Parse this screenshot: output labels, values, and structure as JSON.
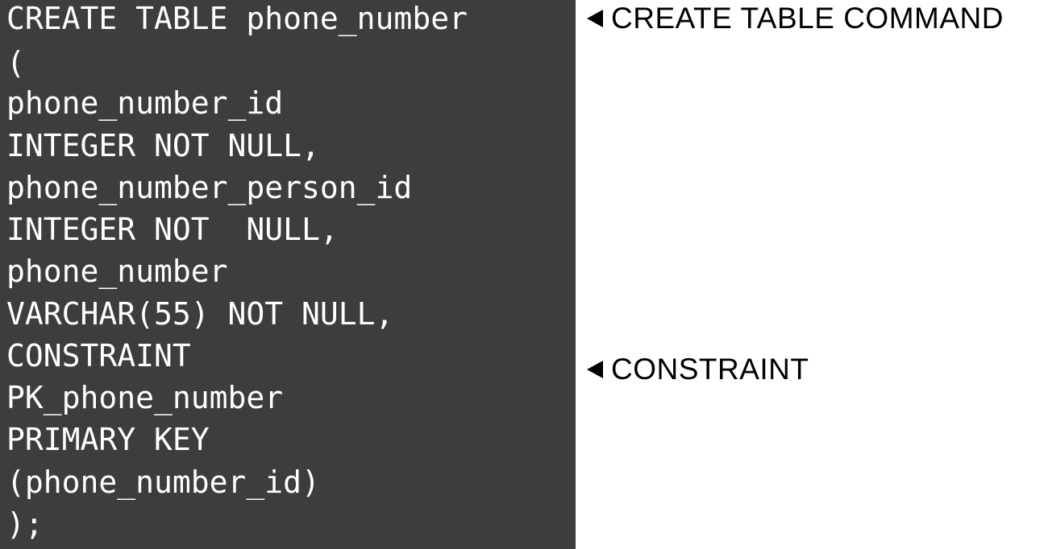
{
  "code": {
    "lines": [
      "CREATE TABLE phone_number",
      "(",
      "phone_number_id",
      "INTEGER NOT NULL,",
      "phone_number_person_id",
      "INTEGER NOT  NULL,",
      "phone_number",
      "VARCHAR(55) NOT NULL,",
      "CONSTRAINT",
      "PK_phone_number",
      "PRIMARY KEY",
      "(phone_number_id)",
      ");"
    ]
  },
  "annotations": {
    "create_table": "CREATE TABLE COMMAND",
    "constraint": "CONSTRAINT"
  },
  "colors": {
    "code_background": "#3d3d3d",
    "code_text": "#ffffff",
    "annotation_text": "#000000"
  }
}
